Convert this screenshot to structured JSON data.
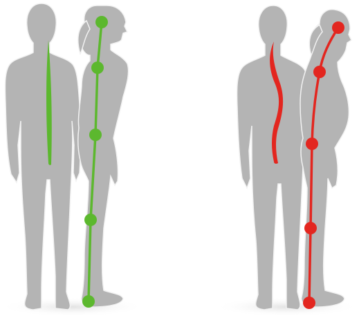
{
  "diagram": {
    "panels": [
      {
        "posture": "correct",
        "color": "#5cb82e",
        "marker_count": 5
      },
      {
        "posture": "incorrect",
        "color": "#e3261f",
        "marker_count": 5
      }
    ],
    "figure_fill": "#b4b4b4",
    "figure_stroke": "#f2f2f2",
    "shadow_color": "#e6e6e6"
  }
}
